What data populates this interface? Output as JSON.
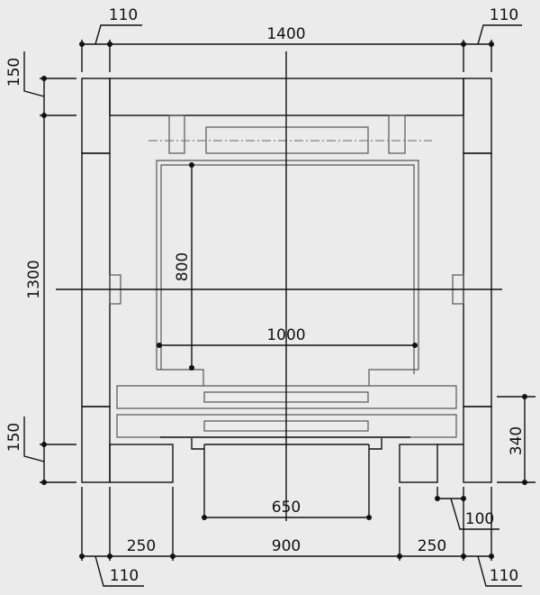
{
  "dimensions": {
    "top_left_wall": "110",
    "top_total_width": "1400",
    "top_right_wall": "110",
    "left_top_wall": "150",
    "left_depth": "1300",
    "left_bottom_wall": "150",
    "car_depth": "800",
    "car_width": "1000",
    "door_opening": "650",
    "right_sill_height": "340",
    "right_offset": "100",
    "bottom_left_jamb": "250",
    "bottom_clear_width": "900",
    "bottom_right_jamb": "250",
    "bottom_left_wall": "110",
    "bottom_right_wall": "110"
  }
}
